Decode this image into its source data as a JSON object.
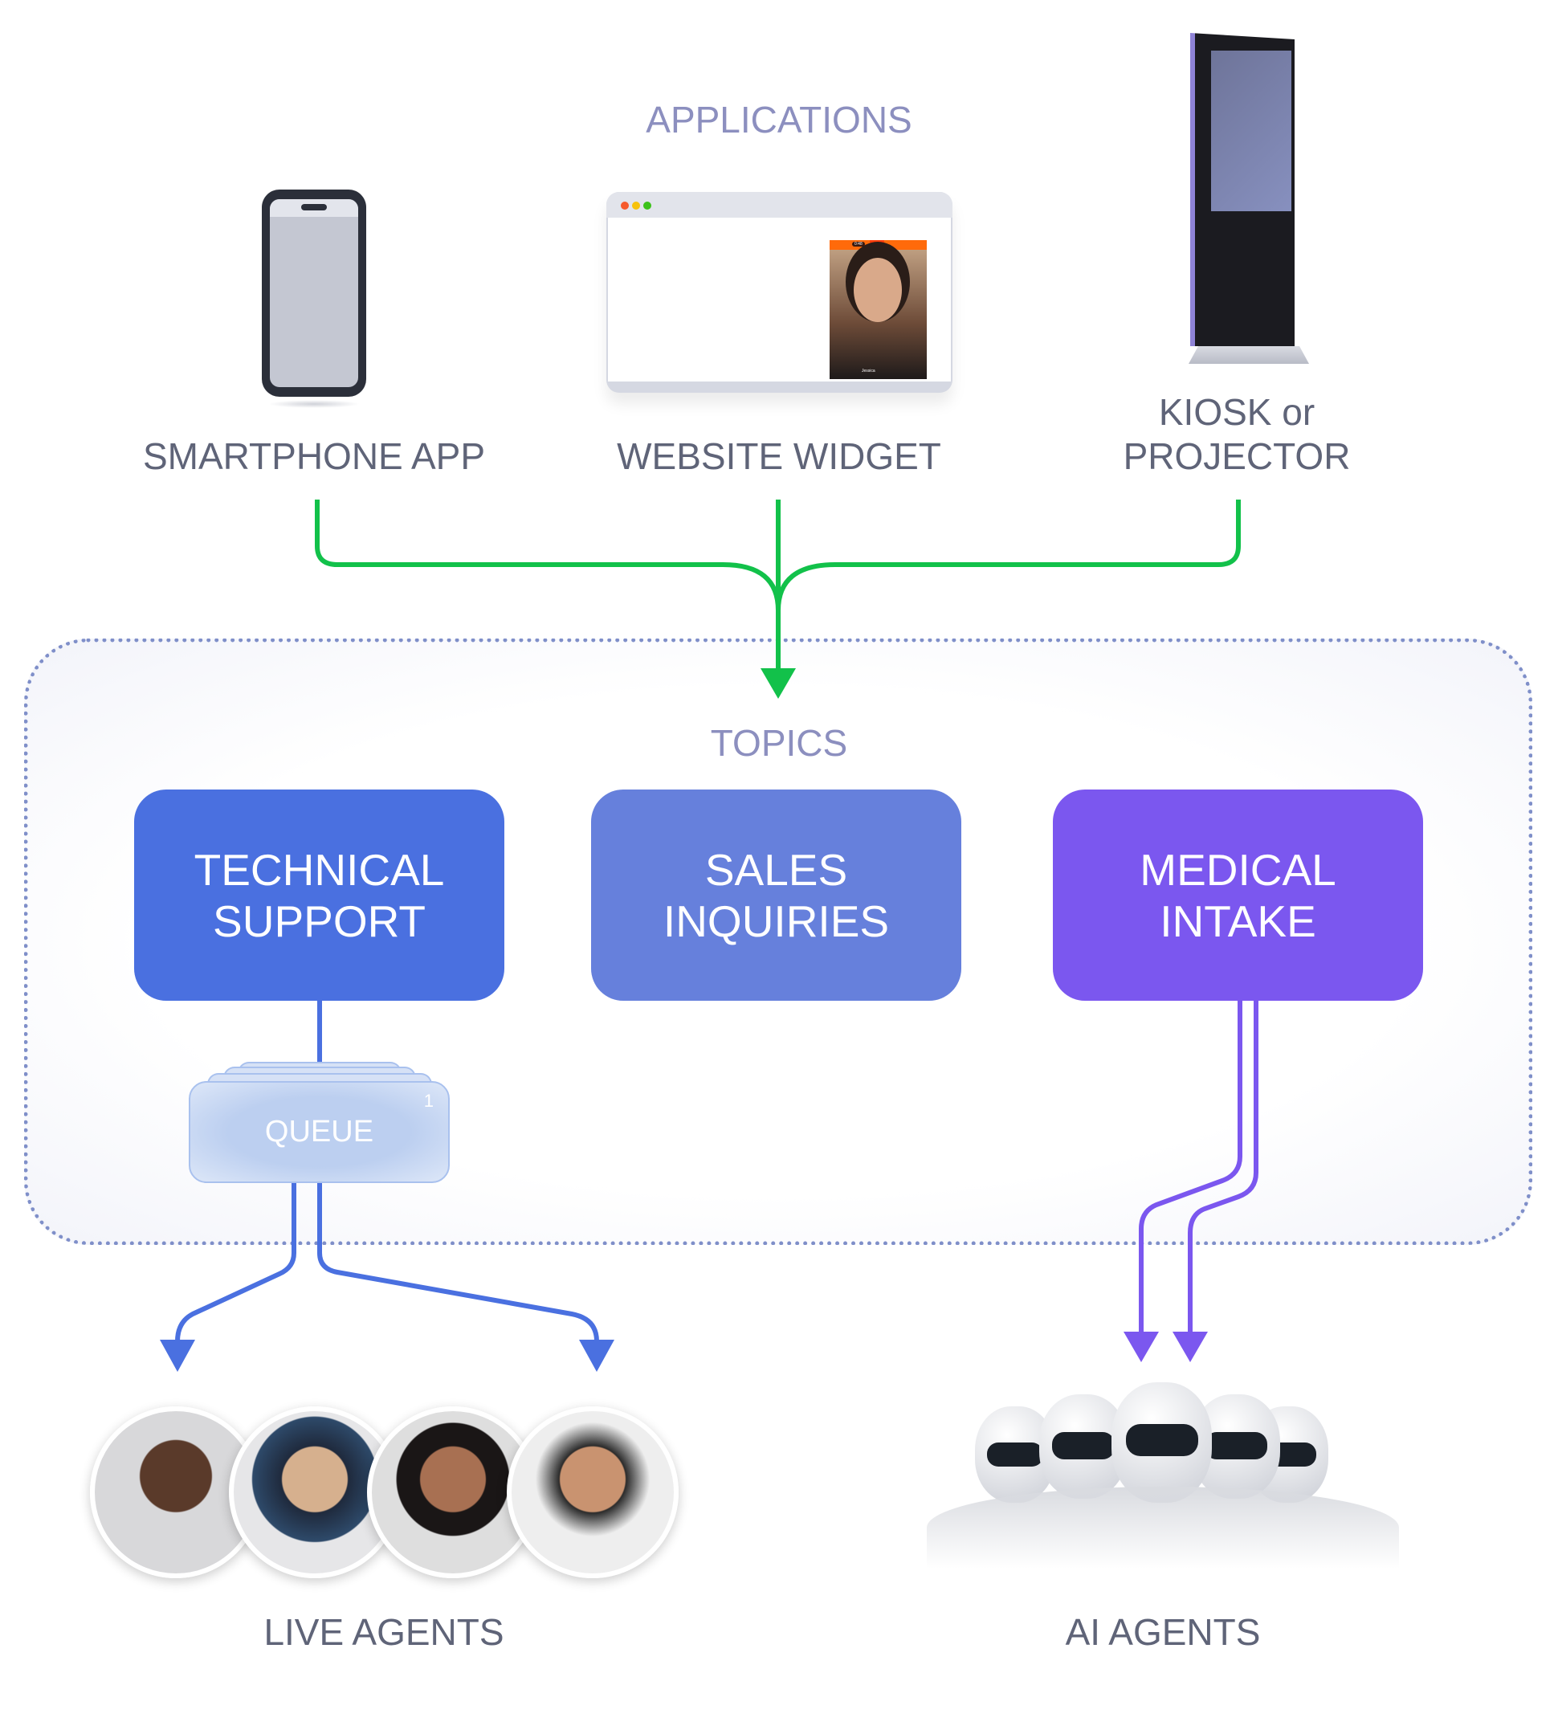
{
  "applications": {
    "header": "APPLICATIONS",
    "items": [
      {
        "label": "SMARTPHONE APP",
        "icon": "smartphone-icon"
      },
      {
        "label": "WEBSITE WIDGET",
        "icon": "browser-window-icon",
        "widget_time": "0:48",
        "widget_name": "Jessica"
      },
      {
        "label_line1": "KIOSK or",
        "label_line2": "PROJECTOR",
        "icon": "kiosk-icon"
      }
    ]
  },
  "topics": {
    "header": "TOPICS",
    "items": [
      {
        "line1": "TECHNICAL",
        "line2": "SUPPORT",
        "color": "#4a70e0"
      },
      {
        "line1": "SALES",
        "line2": "INQUIRIES",
        "color": "#6680dc"
      },
      {
        "line1": "MEDICAL",
        "line2": "INTAKE",
        "color": "#7b57ef"
      }
    ]
  },
  "queue": {
    "label": "QUEUE",
    "count": "1"
  },
  "agents": {
    "live_label": "LIVE AGENTS",
    "ai_label": "AI AGENTS"
  },
  "colors": {
    "green": "#12c14a",
    "blue": "#4a70e0",
    "purple": "#7b57ef",
    "label": "#5f6478",
    "header": "#8c8fbf"
  }
}
